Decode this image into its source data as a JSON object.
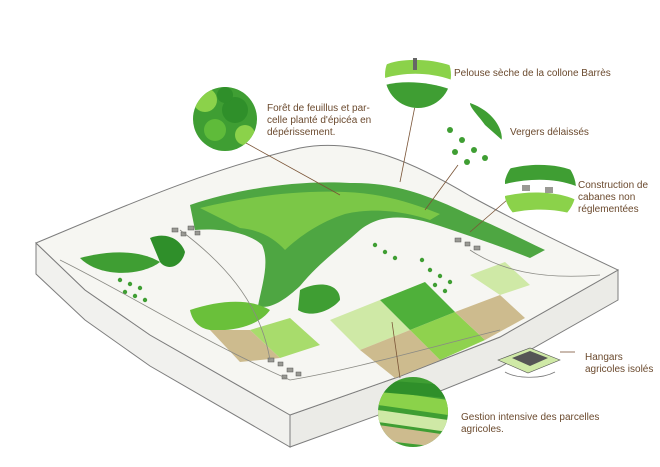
{
  "colors": {
    "label_text": "#6b4a2e",
    "leader_line": "#7a5436",
    "forest_dark": "#2f8f2a",
    "forest_light": "#7fcf3c",
    "pasture": "#cfe9a6",
    "field_tan": "#cdbb8e",
    "terrain_base": "#f6f6f2",
    "outline": "#7d7d7d"
  },
  "labels": {
    "foret": "Forêt de feuillus et par-\ncelle planté d'épicéa en\ndépérissement.",
    "pelouse": "Pelouse sèche de la collone Barrès",
    "vergers": "Vergers délaissés",
    "cabanes": "Construction de\ncabanes non\nréglementées",
    "hangars": "Hangars\nagricoles isolés",
    "gestion": "Gestion intensive des parcelles\nagricoles."
  },
  "callouts": [
    {
      "id": "foret",
      "icon": "forest-canopy-icon"
    },
    {
      "id": "pelouse",
      "icon": "dry-grassland-icon"
    },
    {
      "id": "vergers",
      "icon": "orchard-icon"
    },
    {
      "id": "cabanes",
      "icon": "cabin-icon"
    },
    {
      "id": "hangars",
      "icon": "hangar-icon"
    },
    {
      "id": "gestion",
      "icon": "field-parcels-icon"
    }
  ]
}
